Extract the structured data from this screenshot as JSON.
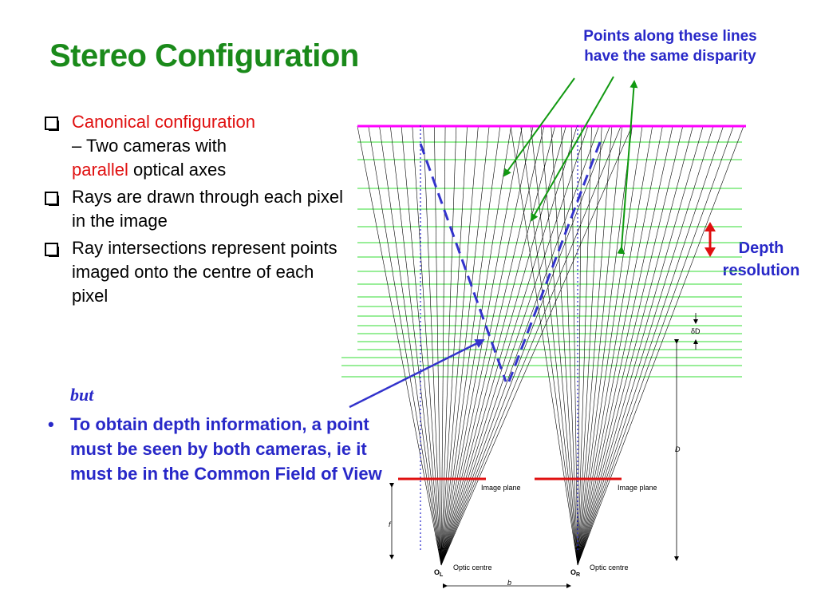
{
  "title": "Stereo Configuration",
  "callout_top": {
    "line1": "Points along these lines",
    "line2": "have the same disparity"
  },
  "depth_label": {
    "line1": "Depth",
    "line2": "resolution"
  },
  "bullets": [
    {
      "highlight": "Canonical configuration",
      "text_line1": "– Two cameras with",
      "red_word": "parallel",
      "text_after": " optical axes"
    },
    {
      "text": "Rays are drawn through each pixel in the image"
    },
    {
      "text": "Ray intersections represent points imaged onto the centre of each pixel"
    }
  ],
  "but": "but",
  "bullet_blue": "To obtain depth information, a point must be seen by both cameras, ie it must be in the Common Field of View",
  "diagram": {
    "image_plane_label": "Image plane",
    "optic_centre_label": "Optic centre",
    "left_centre": "O",
    "left_sub": "L",
    "right_centre": "O",
    "right_sub": "R",
    "f_label": "f",
    "b_label": "b",
    "D_label": "D",
    "deltaD_label": "δD",
    "colors": {
      "title": "#1a8a1a",
      "callout": "#2828c8",
      "top_line": "#ff00ff",
      "image_plane": "#e01010",
      "depth_lines": "#33dd33",
      "cfov": "#3333cc",
      "arrows": "#119911"
    }
  }
}
